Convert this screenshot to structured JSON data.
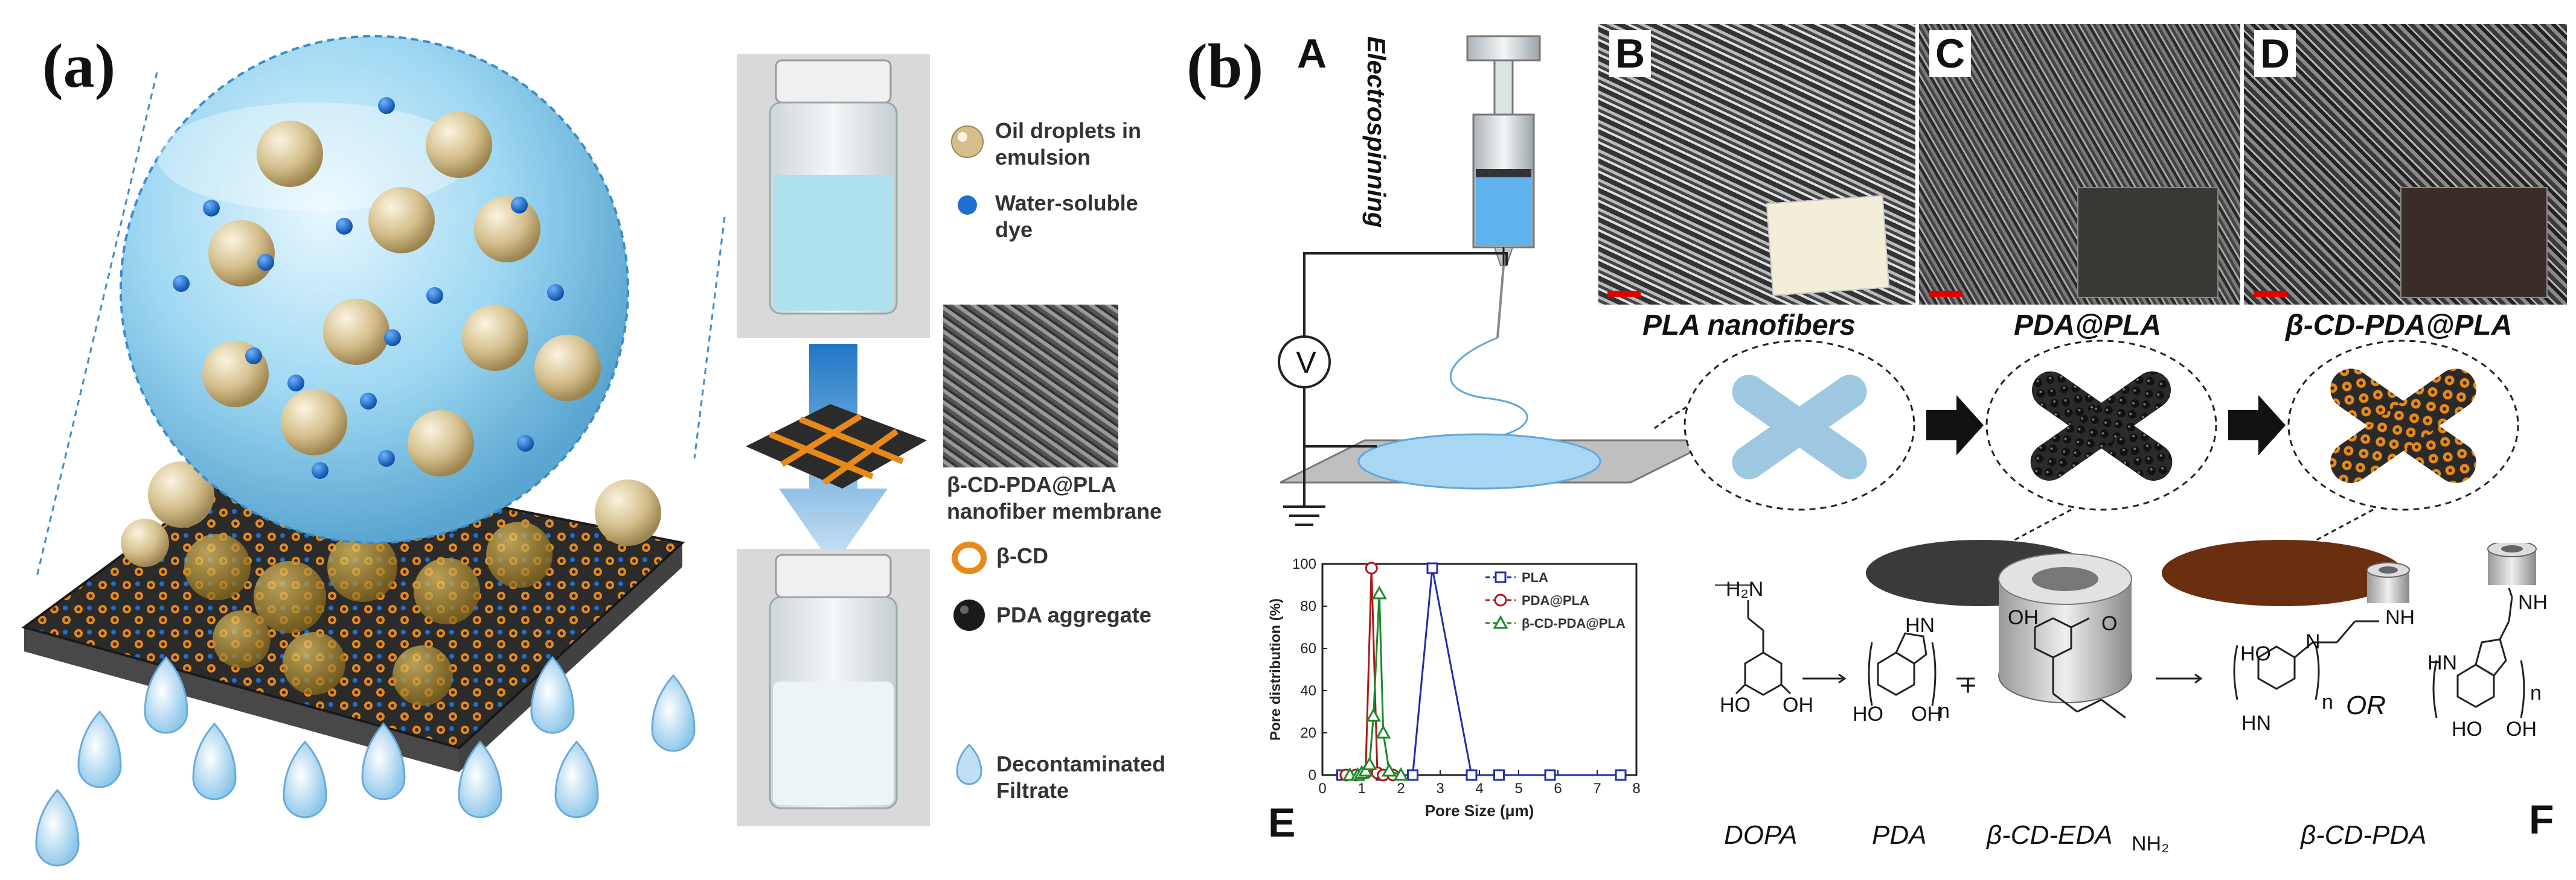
{
  "panel_a": {
    "label": "(a)",
    "legend": {
      "oil": "Oil droplets in emulsion",
      "dye": "Water-soluble dye",
      "membrane_line1": "β-CD-PDA@PLA",
      "membrane_line2": "nanofiber membrane",
      "bcd": "β-CD",
      "pda": "PDA aggregate",
      "filtrate_line1": "Decontaminated",
      "filtrate_line2": "Filtrate"
    },
    "colors": {
      "dye": "#1e6fd0",
      "oil": "#c9b27a",
      "bcd": "#e8891a",
      "pda": "#1a1a1a",
      "sphere": "#8fd3f0"
    }
  },
  "panel_b": {
    "label": "(b)",
    "sub_a": "A",
    "sub_b": "B",
    "sub_c": "C",
    "sub_d": "D",
    "sub_e": "E",
    "sub_f": "F",
    "electrospinning": "Electrospinning",
    "voltage": "V",
    "sem_labels": [
      "PLA nanofibers",
      "PDA@PLA",
      "β-CD-PDA@PLA"
    ],
    "chem": {
      "dopa": "DOPA",
      "pda": "PDA",
      "bcd_eda": "β-CD-EDA",
      "bcd_pda": "β-CD-PDA",
      "or": "OR",
      "n": "n",
      "plus": "+",
      "h2n": "H₂N",
      "nh2": "NH₂",
      "oh": "OH",
      "ho": "HO",
      "nh": "NH",
      "hn": "HN",
      "n_atom": "N",
      "o": "O"
    }
  },
  "chart_data": {
    "type": "line",
    "xlabel": "Pore Size (μm)",
    "ylabel": "Pore distribution (%)",
    "xlim": [
      0,
      8
    ],
    "ylim": [
      0,
      100
    ],
    "xticks": [
      0,
      1,
      2,
      3,
      4,
      5,
      6,
      7,
      8
    ],
    "yticks": [
      0,
      20,
      40,
      60,
      80,
      100
    ],
    "legend_position": "top-right",
    "series": [
      {
        "name": "PLA",
        "color": "#1f2fa8",
        "marker": "square",
        "x": [
          0.5,
          1.5,
          2.3,
          2.8,
          3.8,
          4.5,
          5.8,
          7.6
        ],
        "y": [
          0,
          0,
          0,
          98,
          0,
          0,
          0,
          0
        ]
      },
      {
        "name": "PDA@PLA",
        "color": "#b01818",
        "marker": "circle",
        "x": [
          0.6,
          0.85,
          1.1,
          1.25,
          1.4,
          1.55,
          1.8
        ],
        "y": [
          0,
          0,
          1,
          98,
          1,
          0,
          0
        ]
      },
      {
        "name": "β-CD-PDA@PLA",
        "color": "#1b8a2a",
        "marker": "triangle",
        "x": [
          0.7,
          0.9,
          1.0,
          1.1,
          1.2,
          1.3,
          1.45,
          1.55,
          1.7,
          2.0
        ],
        "y": [
          0,
          0,
          1,
          2,
          5,
          28,
          86,
          20,
          2,
          0
        ]
      }
    ]
  }
}
